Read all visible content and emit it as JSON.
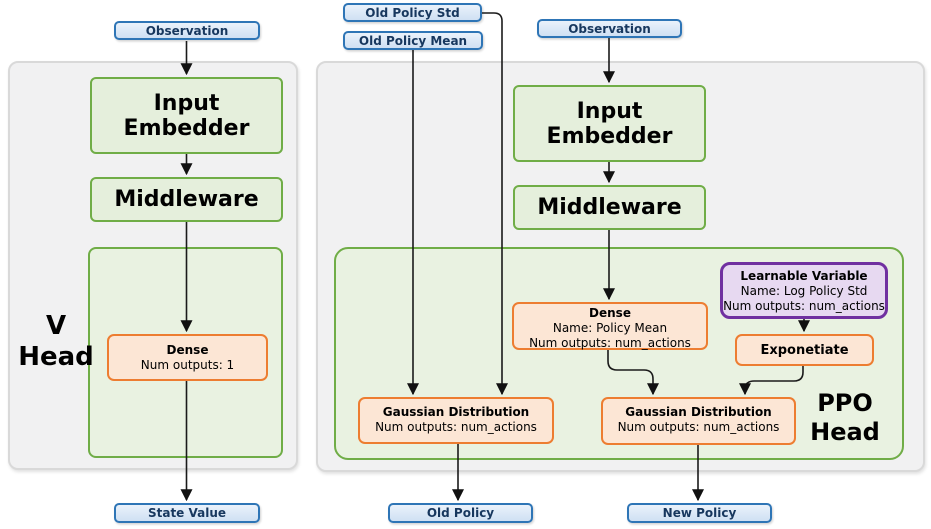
{
  "v_head": {
    "label_line1": "V",
    "label_line2": "Head",
    "observation": "Observation",
    "input_embedder": "Input Embedder",
    "middleware": "Middleware",
    "dense_title": "Dense",
    "dense_outputs": "Num outputs: 1",
    "state_value": "State Value"
  },
  "ppo_head": {
    "label_line1": "PPO",
    "label_line2": "Head",
    "old_policy_std": "Old Policy Std",
    "old_policy_mean": "Old Policy Mean",
    "observation": "Observation",
    "input_embedder": "Input Embedder",
    "middleware": "Middleware",
    "dense_title": "Dense",
    "dense_name": "Name: Policy Mean",
    "dense_outputs": "Num outputs: num_actions",
    "learnable_title": "Learnable Variable",
    "learnable_name": "Name: Log Policy Std",
    "learnable_outputs": "Num outputs: num_actions",
    "exponetiate": "Exponetiate",
    "gaussian_old_title": "Gaussian Distribution",
    "gaussian_old_outputs": "Num outputs: num_actions",
    "gaussian_new_title": "Gaussian Distribution",
    "gaussian_new_outputs": "Num outputs: num_actions",
    "old_policy": "Old Policy",
    "new_policy": "New Policy"
  },
  "colors": {
    "io_border": "#2e75b6",
    "io_fill": "#d6e6f6",
    "io_text": "#17375e",
    "layer_border": "#70ad47",
    "layer_fill": "#e5efdc",
    "head_container_fill": "#e9f2e1",
    "op_border": "#ed7d31",
    "op_fill": "#fce6d5",
    "variable_border": "#7030a0",
    "variable_fill": "#e7d9f1",
    "group_fill": "#f1f1f2",
    "group_border": "#d9d9d9",
    "arrow": "#1a1a1a"
  }
}
